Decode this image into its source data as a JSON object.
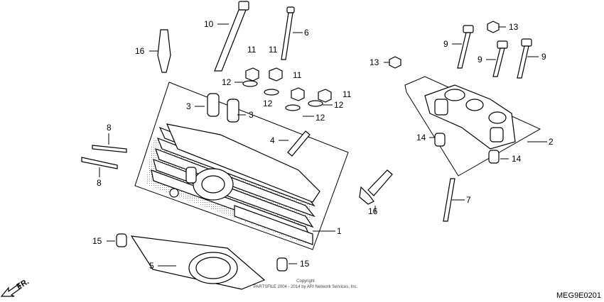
{
  "callouts": [
    "1",
    "2",
    "3",
    "3",
    "4",
    "5",
    "6",
    "7",
    "8",
    "8",
    "9",
    "9",
    "9",
    "10",
    "11",
    "11",
    "11",
    "11",
    "12",
    "12",
    "12",
    "12",
    "13",
    "13",
    "14",
    "14",
    "15",
    "15",
    "16",
    "16"
  ],
  "copyright_line1": "Copyright",
  "copyright_line2": "PARTSFILE 2004 - 2014 by ARI Network Services, Inc.",
  "figure_code": "MEG9E0201",
  "direction_label": "FR."
}
